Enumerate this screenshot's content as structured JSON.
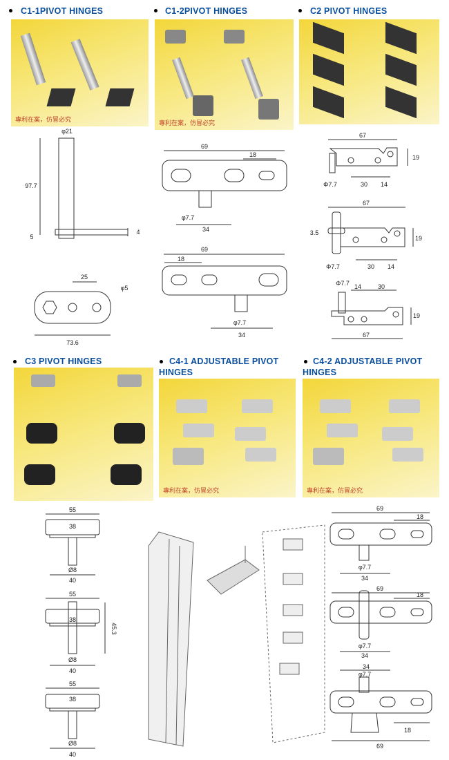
{
  "sections": [
    {
      "title": "C1-1PIVOT HINGES"
    },
    {
      "title": "C1-2PIVOT HINGES"
    },
    {
      "title": "C2 PIVOT HINGES"
    },
    {
      "title": "C3 PIVOT HINGES"
    },
    {
      "title": "C4-1 ADJUSTABLE PIVOT HINGES"
    },
    {
      "title": "C4-2 ADJUSTABLE PIVOT HINGES"
    }
  ],
  "watermark": "專利在案，仿冒必究",
  "dims": {
    "c11": [
      "φ21",
      "97.7",
      "5",
      "4",
      "25",
      "φ5",
      "73.6"
    ],
    "c12a": [
      "69",
      "18",
      "φ7.7",
      "34"
    ],
    "c12b": [
      "69",
      "18",
      "φ7.7",
      "34"
    ],
    "c2a": [
      "67",
      "19",
      "Φ7.7",
      "30",
      "14"
    ],
    "c2b": [
      "67",
      "3.5",
      "19",
      "Φ7.7",
      "30",
      "14"
    ],
    "c2c": [
      "Φ7.7",
      "14",
      "30",
      "19",
      "67"
    ],
    "c3a": [
      "55",
      "38",
      "Ø8",
      "40"
    ],
    "c3b": [
      "55",
      "38",
      "45.3",
      "Ø8",
      "40"
    ],
    "c3c": [
      "55",
      "38",
      "Ø8",
      "40"
    ],
    "c42a": [
      "69",
      "18",
      "φ7.7",
      "34"
    ],
    "c42b": [
      "69",
      "18",
      "φ7.7",
      "34"
    ],
    "c42c": [
      "34",
      "φ7.7",
      "18",
      "69"
    ]
  }
}
